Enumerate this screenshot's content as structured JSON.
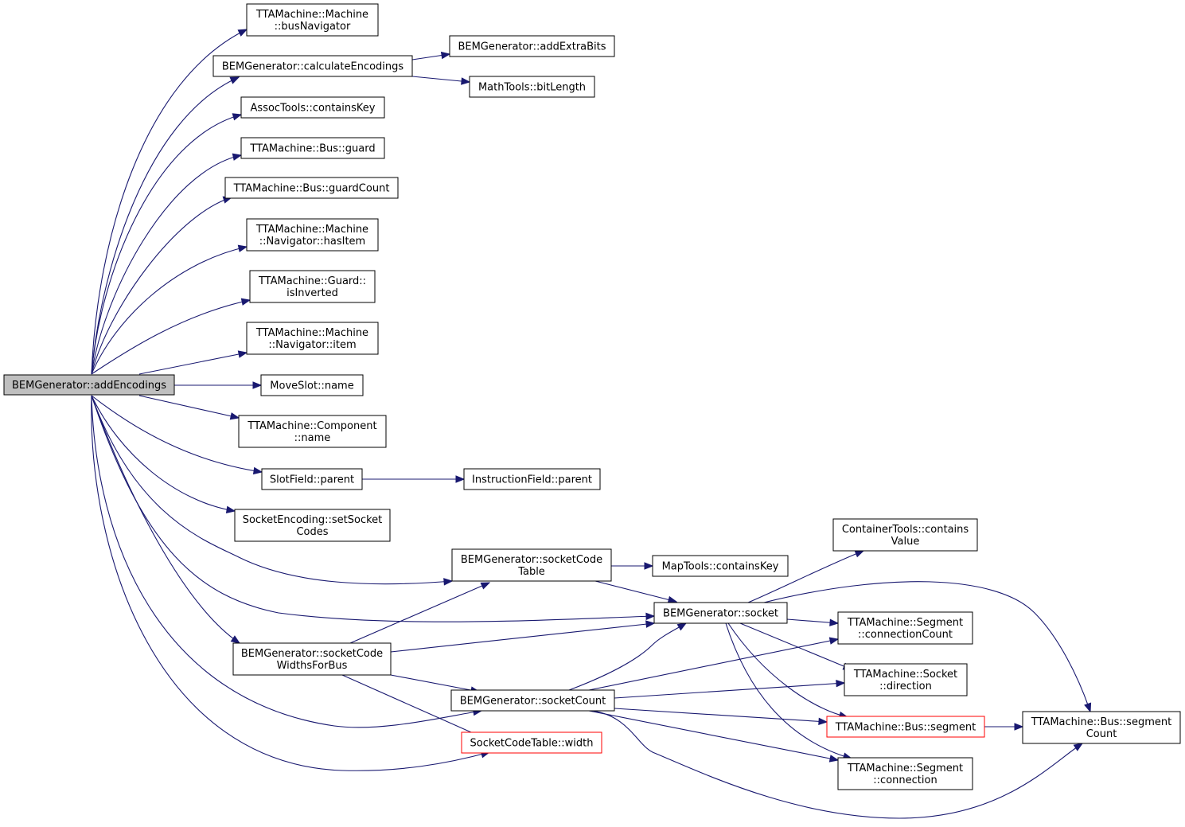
{
  "graph": {
    "colors": {
      "edge": "#191970",
      "root_fill": "#bfbfbf",
      "node_border": "#000000",
      "truncated_border": "#ff0000"
    },
    "nodes": [
      {
        "id": "n0",
        "lines": [
          "BEMGenerator::addEncodings"
        ],
        "style": "root"
      },
      {
        "id": "n1",
        "lines": [
          "TTAMachine::Machine",
          "::busNavigator"
        ]
      },
      {
        "id": "n2",
        "lines": [
          "BEMGenerator::calculateEncodings"
        ]
      },
      {
        "id": "n3",
        "lines": [
          "BEMGenerator::addExtraBits"
        ]
      },
      {
        "id": "n4",
        "lines": [
          "MathTools::bitLength"
        ]
      },
      {
        "id": "n5",
        "lines": [
          "AssocTools::containsKey"
        ]
      },
      {
        "id": "n6",
        "lines": [
          "TTAMachine::Bus::guard"
        ]
      },
      {
        "id": "n7",
        "lines": [
          "TTAMachine::Bus::guardCount"
        ]
      },
      {
        "id": "n8",
        "lines": [
          "TTAMachine::Machine",
          "::Navigator::hasItem"
        ]
      },
      {
        "id": "n9",
        "lines": [
          "TTAMachine::Guard::",
          "isInverted"
        ]
      },
      {
        "id": "n10",
        "lines": [
          "TTAMachine::Machine",
          "::Navigator::item"
        ]
      },
      {
        "id": "n11",
        "lines": [
          "MoveSlot::name"
        ]
      },
      {
        "id": "n12",
        "lines": [
          "TTAMachine::Component",
          "::name"
        ]
      },
      {
        "id": "n13",
        "lines": [
          "SlotField::parent"
        ]
      },
      {
        "id": "n14",
        "lines": [
          "InstructionField::parent"
        ]
      },
      {
        "id": "n15",
        "lines": [
          "SocketEncoding::setSocket",
          "Codes"
        ]
      },
      {
        "id": "n16",
        "lines": [
          "BEMGenerator::socketCode",
          "Table"
        ]
      },
      {
        "id": "n17",
        "lines": [
          "MapTools::containsKey"
        ]
      },
      {
        "id": "n18",
        "lines": [
          "ContainerTools::contains",
          "Value"
        ]
      },
      {
        "id": "n19",
        "lines": [
          "BEMGenerator::socket"
        ]
      },
      {
        "id": "n20",
        "lines": [
          "TTAMachine::Segment",
          "::connectionCount"
        ]
      },
      {
        "id": "n21",
        "lines": [
          "BEMGenerator::socketCode",
          "WidthsForBus"
        ]
      },
      {
        "id": "n22",
        "lines": [
          "TTAMachine::Socket",
          "::direction"
        ]
      },
      {
        "id": "n23",
        "lines": [
          "BEMGenerator::socketCount"
        ]
      },
      {
        "id": "n24",
        "lines": [
          "TTAMachine::Bus::segment"
        ],
        "style": "red"
      },
      {
        "id": "n25",
        "lines": [
          "TTAMachine::Bus::segment",
          "Count"
        ]
      },
      {
        "id": "n26",
        "lines": [
          "SocketCodeTable::width"
        ],
        "style": "red"
      },
      {
        "id": "n27",
        "lines": [
          "TTAMachine::Segment",
          "::connection"
        ]
      }
    ],
    "edges": [
      [
        "n0",
        "n1"
      ],
      [
        "n0",
        "n2"
      ],
      [
        "n0",
        "n5"
      ],
      [
        "n0",
        "n6"
      ],
      [
        "n0",
        "n7"
      ],
      [
        "n0",
        "n8"
      ],
      [
        "n0",
        "n9"
      ],
      [
        "n0",
        "n10"
      ],
      [
        "n0",
        "n11"
      ],
      [
        "n0",
        "n12"
      ],
      [
        "n0",
        "n13"
      ],
      [
        "n0",
        "n15"
      ],
      [
        "n0",
        "n16"
      ],
      [
        "n0",
        "n19"
      ],
      [
        "n0",
        "n21"
      ],
      [
        "n0",
        "n23"
      ],
      [
        "n0",
        "n26"
      ],
      [
        "n2",
        "n3"
      ],
      [
        "n2",
        "n4"
      ],
      [
        "n13",
        "n14"
      ],
      [
        "n16",
        "n17"
      ],
      [
        "n16",
        "n19"
      ],
      [
        "n19",
        "n18"
      ],
      [
        "n19",
        "n20"
      ],
      [
        "n19",
        "n22"
      ],
      [
        "n19",
        "n24"
      ],
      [
        "n19",
        "n25"
      ],
      [
        "n19",
        "n27"
      ],
      [
        "n21",
        "n16"
      ],
      [
        "n21",
        "n19"
      ],
      [
        "n21",
        "n23"
      ],
      [
        "n21",
        "n26"
      ],
      [
        "n23",
        "n19"
      ],
      [
        "n23",
        "n20"
      ],
      [
        "n23",
        "n22"
      ],
      [
        "n23",
        "n24"
      ],
      [
        "n23",
        "n25"
      ],
      [
        "n23",
        "n27"
      ],
      [
        "n24",
        "n25"
      ]
    ]
  }
}
